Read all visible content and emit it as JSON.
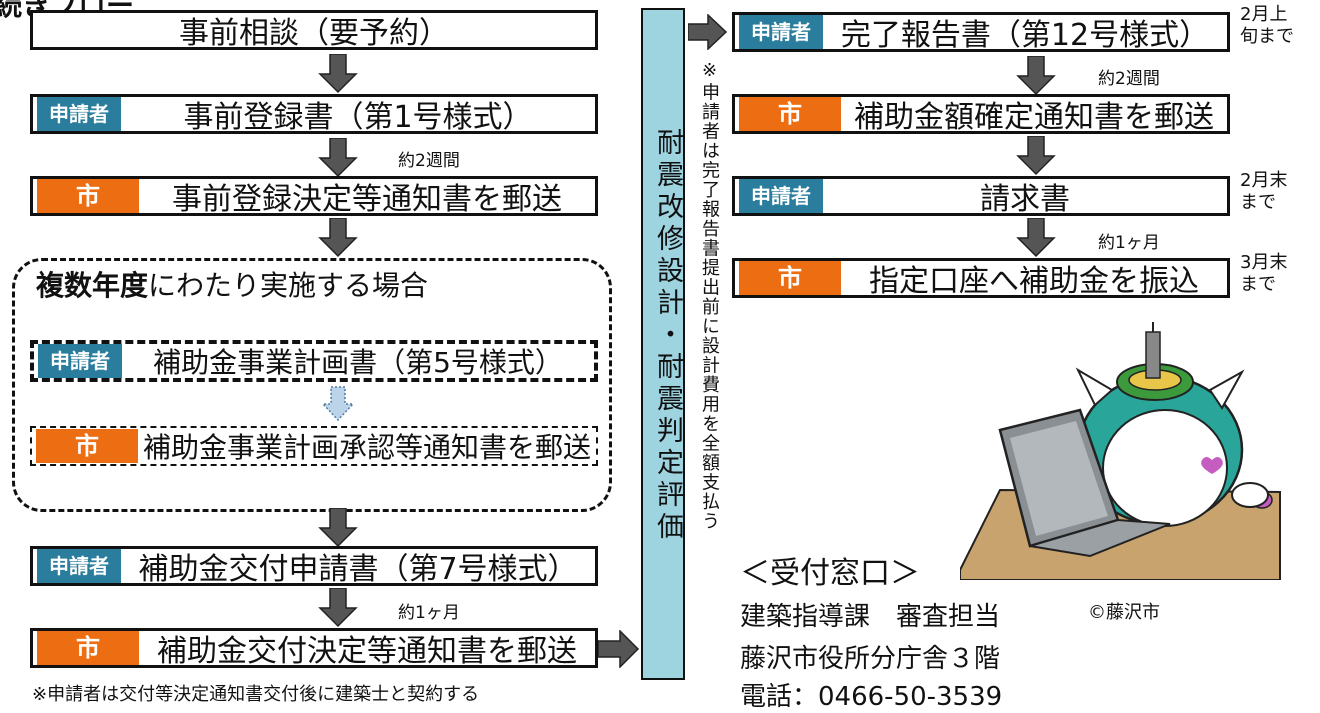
{
  "header_fragment": "続きフロー",
  "left": {
    "consult": "事前相談（要予約）",
    "reg_tag": "申請者",
    "reg": "事前登録書（第1号様式）",
    "reg_note": "約2週間",
    "notice_tag": "市",
    "notice": "事前登録決定等通知書を郵送",
    "multi_strong": "複数年度",
    "multi_rest": "にわたり実施する場合",
    "plan_tag": "申請者",
    "plan": "補助金事業計画書（第5号様式）",
    "plan_ok_tag": "市",
    "plan_ok": "補助金事業計画承認等通知書を郵送",
    "grant_tag": "申請者",
    "grant": "補助金交付申請書（第7号様式）",
    "grant_note": "約1ヶ月",
    "grant_ok_tag": "市",
    "grant_ok": "補助金交付決定等通知書を郵送",
    "footnote": "※申請者は交付等決定通知書交付後に建築士と契約する"
  },
  "middle": {
    "bar_text": "耐震改修設計・耐震判定評価",
    "side_note": "※申請者は完了報告書提出前に設計費用を全額支払う"
  },
  "right": {
    "done_tag": "申請者",
    "done": "完了報告書（第12号様式）",
    "done_due": "2月上旬まで",
    "done_note": "約2週間",
    "amount_tag": "市",
    "amount": "補助金額確定通知書を郵送",
    "invoice_tag": "申請者",
    "invoice": "請求書",
    "invoice_due": "2月末まで",
    "invoice_note": "約1ヶ月",
    "pay_tag": "市",
    "pay": "指定口座へ補助金を振込",
    "pay_due": "3月末まで"
  },
  "contact": {
    "title": "＜受付窓口＞",
    "dept": "建築指導課　審査担当",
    "place": "藤沢市役所分庁舎３階",
    "phone": "電話：0466-50-3539",
    "credit": "©藤沢市"
  },
  "colors": {
    "applicant": "#2a7d9c",
    "city": "#ed6d12",
    "bar": "#9ed3e0",
    "arrow": "#555555"
  }
}
